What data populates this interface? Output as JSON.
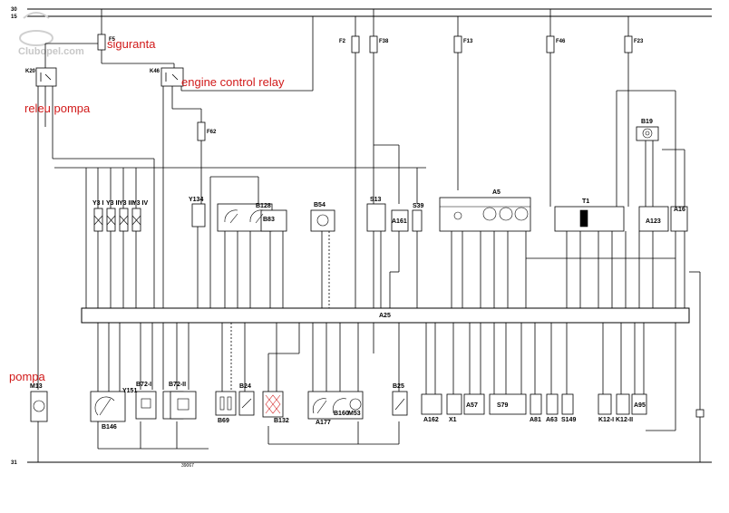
{
  "annotations": {
    "siguranta": "siguranta",
    "engine_control_relay": "engine control relay",
    "releu_pompa": "releu pompa",
    "pompa": "pompa"
  },
  "rails": [
    "30",
    "15",
    "31"
  ],
  "watermark": "Clubopel.com",
  "figure_code": "39067",
  "fuses": {
    "F5": "F5",
    "F62": "F62",
    "F2": "F2",
    "F38": "F38",
    "F13": "F13",
    "F46": "F46",
    "F23": "F23"
  },
  "relays": {
    "K20": "K20",
    "K46": "K46"
  },
  "upper_components": {
    "Y3_I": "Y3 I",
    "Y3_II": "Y3 II",
    "Y3_III": "Y3 III",
    "Y3_IV": "Y3 IV",
    "Y134": "Y134",
    "B128": "B128",
    "B83": "B83",
    "B54": "B54",
    "S13": "S13",
    "A161": "A161",
    "S39": "S39",
    "A5": "A5",
    "T1": "T1",
    "B19": "B19",
    "A123": "A123",
    "A16": "A16"
  },
  "ecu": {
    "label": "A25"
  },
  "lower_components": {
    "M13": "M13",
    "B146": "B146",
    "Y151": "Y151",
    "B72_I": "B72-I",
    "B72_II": "B72-II",
    "B69": "B69",
    "B24": "B24",
    "B132": "B132",
    "A177": "A177",
    "B160": "B160",
    "M53": "M53",
    "B25": "B25",
    "A162": "A162",
    "X1": "X1",
    "A57": "A57",
    "S79": "S79",
    "A81": "A81",
    "A63": "A63",
    "S149": "S149",
    "K12_I": "K12-I",
    "K12_II": "K12-II",
    "A95": "A95"
  }
}
